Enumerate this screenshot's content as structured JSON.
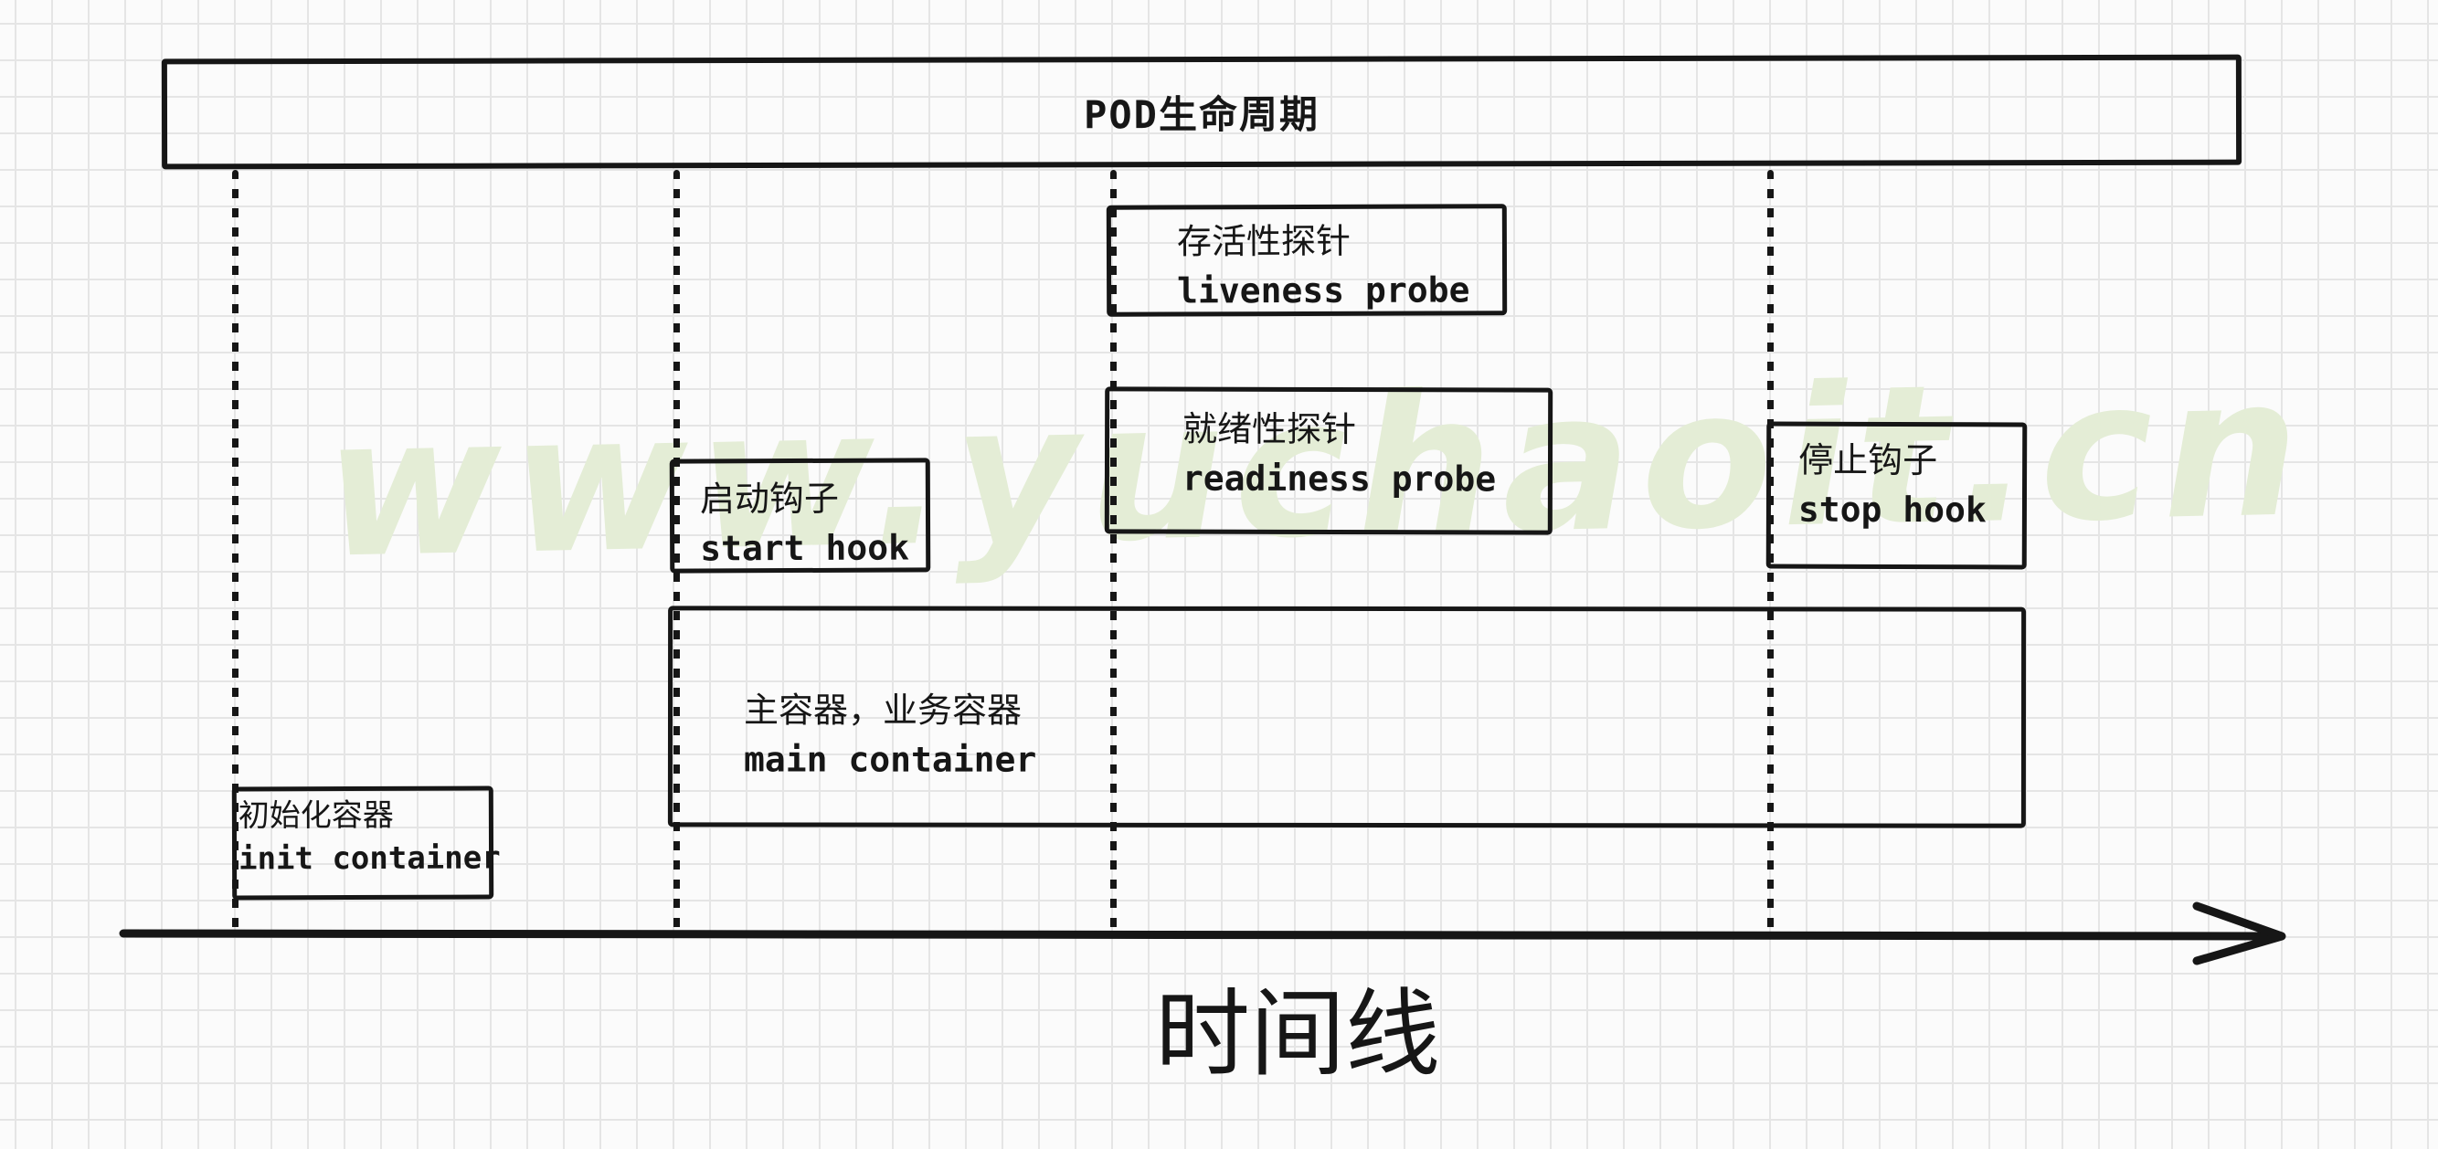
{
  "title_bar": {
    "label": "POD生命周期"
  },
  "watermark": {
    "text": "www.yuchaoit.cn"
  },
  "boxes": {
    "liveness": {
      "zh": "存活性探针",
      "en": "liveness probe"
    },
    "readiness": {
      "zh": "就绪性探针",
      "en": "readiness probe"
    },
    "start_hook": {
      "zh": "启动钩子",
      "en": "start hook"
    },
    "stop_hook": {
      "zh": "停止钩子",
      "en": "stop hook"
    },
    "main_container": {
      "zh": "主容器，业务容器",
      "en": "main container"
    },
    "init_container": {
      "zh": "初始化容器",
      "en": "init container"
    }
  },
  "timeline": {
    "label": "时间线"
  },
  "colors": {
    "ink": "#161616",
    "background": "#fbfbfb",
    "grid_line": "#e5e5e5",
    "watermark_green": "#e4edd6"
  }
}
